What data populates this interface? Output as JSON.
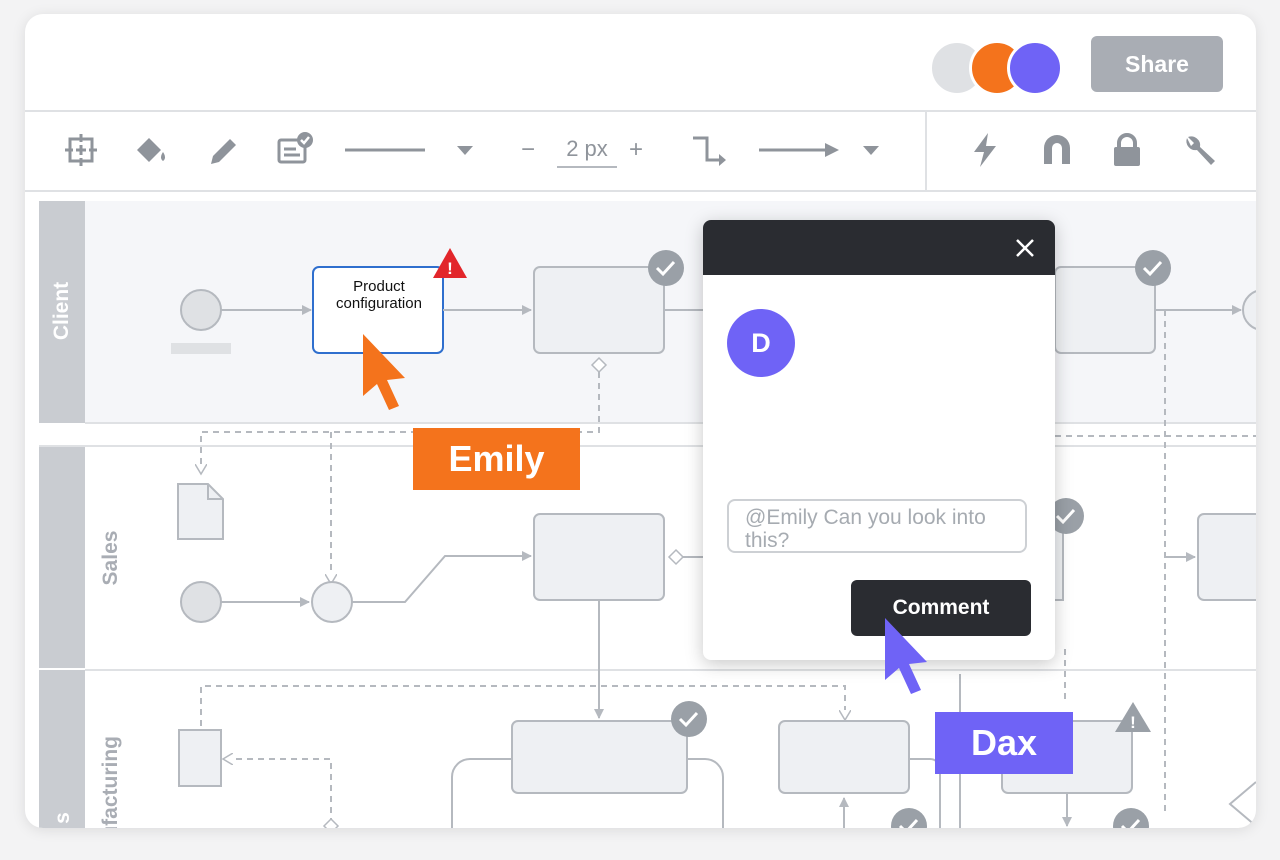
{
  "header": {
    "share_label": "Share",
    "collaborators": [
      {
        "name": "collaborator-gray",
        "color": "#dfe1e4"
      },
      {
        "name": "collaborator-orange",
        "color": "#f4731c"
      },
      {
        "name": "collaborator-purple",
        "color": "#6f63f6"
      }
    ]
  },
  "toolbar": {
    "icons": [
      "select-frame-icon",
      "fill-bucket-icon",
      "pencil-icon",
      "style-check-icon",
      "line-style-icon",
      "line-dropdown-icon",
      "connector-icon",
      "arrow-style-icon",
      "arrow-dropdown-icon",
      "lightning-icon",
      "magnet-icon",
      "lock-icon",
      "wrench-icon"
    ],
    "stroke_minus": "−",
    "stroke_value": "2 px",
    "stroke_plus": "+"
  },
  "lanes": {
    "client": "Client",
    "sales": "Sales",
    "manufacturing_partial": "ufacturing",
    "bottom_partial": "s"
  },
  "diagram": {
    "selected_shape_text": "Product\nconfiguration"
  },
  "cursors": {
    "emily": {
      "label": "Emily",
      "color": "#f4731c"
    },
    "dax": {
      "label": "Dax",
      "color": "#6f63f6"
    }
  },
  "comment_dialog": {
    "avatar_initial": "D",
    "input_placeholder": "@Emily Can you look into this?",
    "submit_label": "Comment"
  },
  "colors": {
    "shape_fill": "#eef0f3",
    "shape_stroke": "#b5b9bf",
    "selected_stroke": "#2f6fce",
    "warning": "#e2262b",
    "lane_header": "#c9ccd1"
  }
}
